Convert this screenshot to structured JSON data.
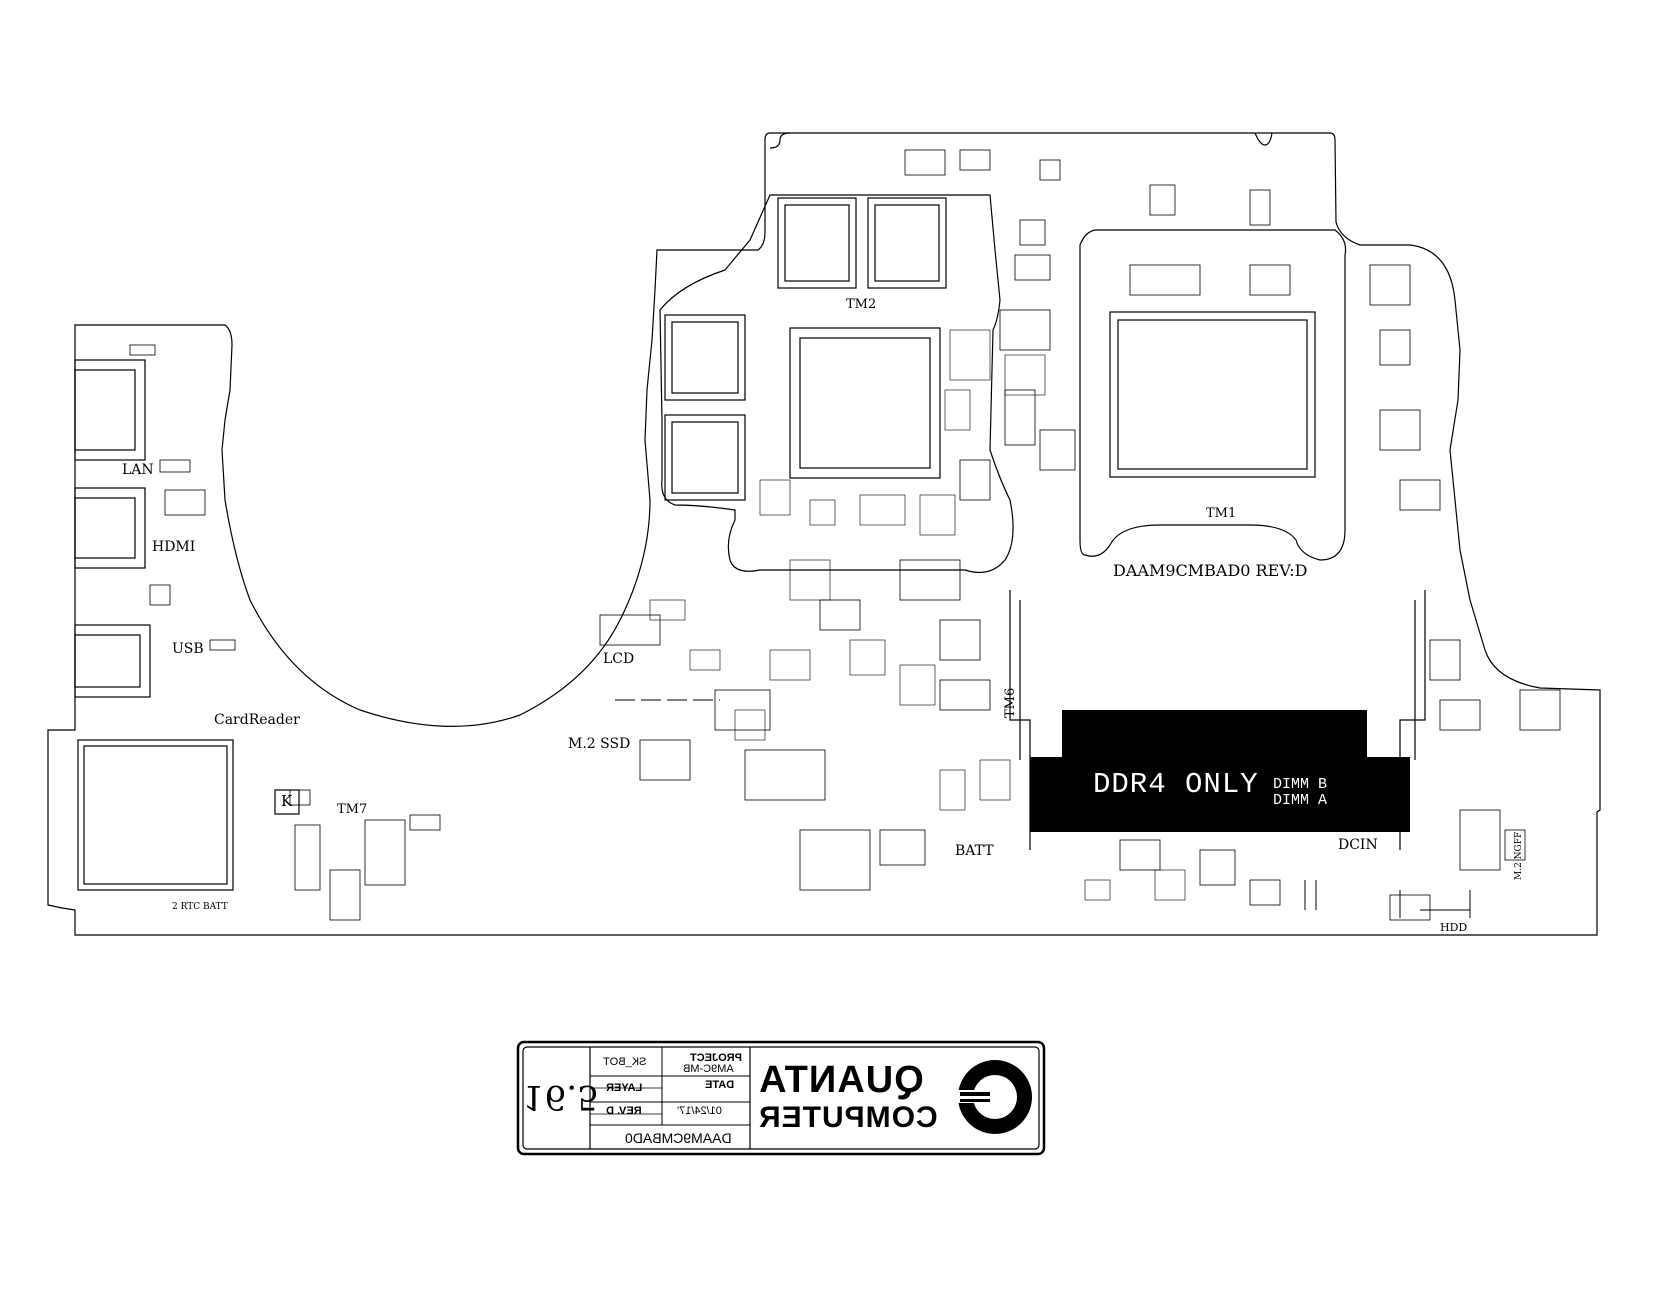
{
  "board": {
    "id_label": "DAAM9CMBAD0 REV:D",
    "ddr_label": "DDR4 ONLY",
    "dimm_b": "DIMM B",
    "dimm_a": "DIMM A"
  },
  "connectors": {
    "lan": "LAN",
    "hdmi": "HDMI",
    "usb": "USB",
    "card_reader": "CardReader",
    "m2_ssd": "M.2 SSD",
    "lcd": "LCD",
    "batt": "BATT",
    "dcin": "DCIN",
    "hdd": "HDD",
    "rtc_batt": "2 RTC BATT",
    "m2_ngff": "M.2 NGFF"
  },
  "thermal_marks": {
    "tm1": "TM1",
    "tm2": "TM2",
    "tm6": "TM6",
    "tm7": "TM7"
  },
  "key_mark": "K",
  "title_block": {
    "project_label": "PROJECT",
    "project_value": "AM9C-MB",
    "layer_label": "LAYER",
    "layer_value": "SK_BOT",
    "date_label": "DATE",
    "date_value": "01/24/17'",
    "rev_label": "REV. D",
    "board_code": "DAAM9CMBAD0",
    "sheet_number": "16.5",
    "company_line1": "QUANTA",
    "company_line2": "COMPUTER"
  }
}
